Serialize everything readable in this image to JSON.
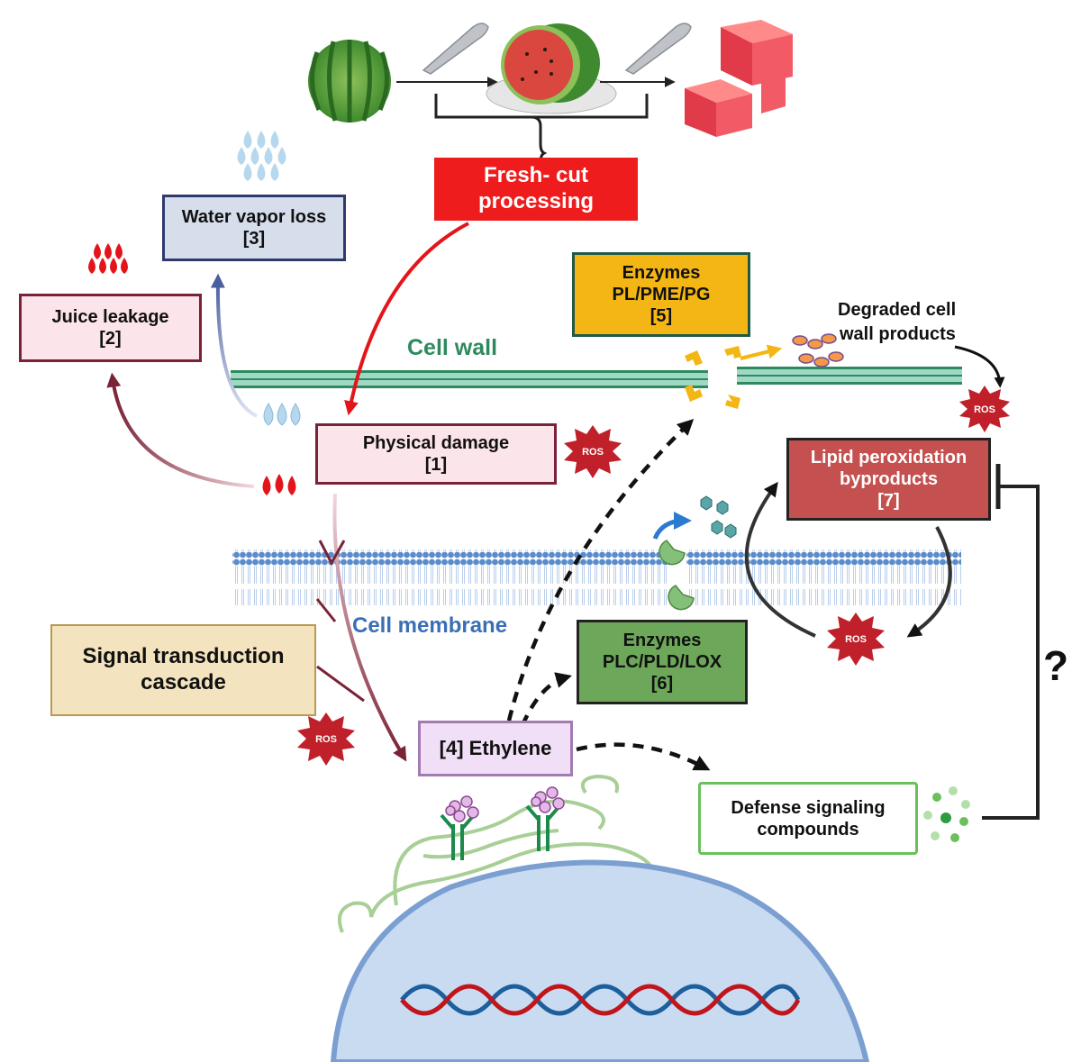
{
  "colors": {
    "fresh_cut_bg": "#ee1c1c",
    "cell_wall": "#2e8a5e",
    "cell_membrane": "#3b6fb5",
    "enzymes_pl_bg": "#f4b614",
    "enzymes_plc_bg": "#6da85a",
    "lipid_bg": "#c4514f",
    "ros": "#c0202a",
    "nucleus": "#c9dbf1"
  },
  "boxes": {
    "fresh_cut": {
      "line1": "Fresh- cut",
      "line2": "processing"
    },
    "water_vapor": {
      "line1": "Water vapor loss",
      "line2": "[3]"
    },
    "juice_leakage": {
      "line1": "Juice leakage",
      "line2": "[2]"
    },
    "physical_damage": {
      "line1": "Physical damage",
      "line2": "[1]"
    },
    "enzymes_pl": {
      "line1": "Enzymes",
      "line2": "PL/PME/PG",
      "line3": "[5]"
    },
    "lipid": {
      "line1": "Lipid peroxidation",
      "line2": "byproducts",
      "line3": "[7]"
    },
    "signal": {
      "line1": "Signal transduction",
      "line2": "cascade"
    },
    "enzymes_plc": {
      "line1": "Enzymes",
      "line2": "PLC/PLD/LOX",
      "line3": "[6]"
    },
    "ethylene": {
      "text": "[4] Ethylene"
    },
    "defense": {
      "line1": "Defense signaling",
      "line2": "compounds"
    }
  },
  "labels": {
    "cell_wall": "Cell wall",
    "cell_membrane": "Cell membrane",
    "degraded_line1": "Degraded cell",
    "degraded_line2": "wall products",
    "question": "?",
    "ros": "ROS"
  },
  "icons": [
    "watermelon-icon",
    "scalpel-icon",
    "watermelon-half-icon",
    "watermelon-cubes-icon",
    "water-drops-icon",
    "juice-drops-icon",
    "ros-burst-icon",
    "enzyme-icon",
    "receptor-icon",
    "dna-icon",
    "nucleus-icon",
    "golgi-icon"
  ]
}
